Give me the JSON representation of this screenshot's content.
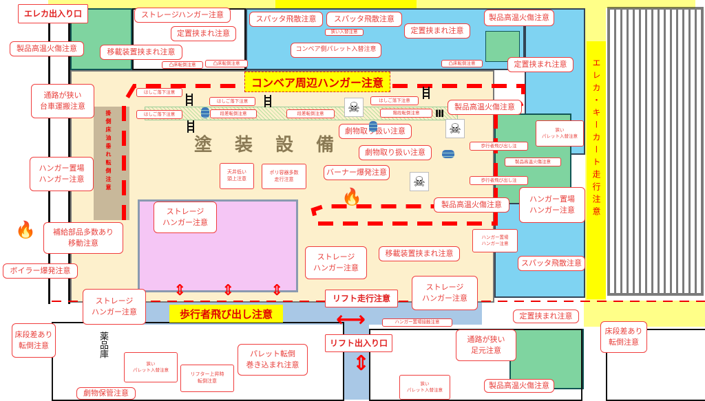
{
  "banners": {
    "conveyor": "コンベア周辺ハンガー注意",
    "pedestrian": "歩行者飛び出し注意",
    "erecar_entrance": "エレカ出入り口",
    "lift_travel": "リフト走行注意",
    "lift_entrance": "リフト出入り口",
    "erecar_keycart": "エレカ・キーカート走行注意"
  },
  "area_labels": {
    "paint_facility": "塗 装 設 備",
    "chemical_storage": "薬品庫",
    "oil_drip": "掛側床油垂れ転倒注意"
  },
  "callouts": [
    "ストレージハンガー注意",
    "製品高温火傷注意",
    "定置挟まれ注意",
    "移載装置挟まれ注意",
    "凸床転倒注意",
    "凸床転倒注意",
    "スパッタ飛散注意",
    "スパッタ飛散注意",
    "狭い入替注意",
    "コンベア側パレット入替注意",
    "定置挟まれ注意",
    "製品高温火傷注意",
    "凸床転倒注意",
    "定置挟まれ注意",
    "通路が狭い\n台車運搬注意",
    "はしご落下注意",
    "はしご落下注意",
    "はしご落下注意",
    "はしご落下注意",
    "段差転倒注意",
    "段差転倒注意",
    "階段転倒注意",
    "劇物取り扱い注意",
    "劇物取り扱い注意",
    "製品高温火傷注意",
    "狭い\nパレット入替注意",
    "歩行者飛び出し注",
    "歩行者飛び出し注",
    "製品高温火傷注意",
    "ハンガー置場\nハンガー注意",
    "ハンガー置場\nハンガー注意",
    "製品高温火傷注意",
    "バーナー爆発注意",
    "天井低い\n頭上注意",
    "ポリ容器多数\n走行注意",
    "ストレージ\nハンガー注意",
    "補給部品多数あり\n移動注意",
    "ボイラー爆発注意",
    "ストレージ\nハンガー注意",
    "ストレージ\nハンガー注意",
    "ストレージ\nハンガー注意",
    "移載装置挟まれ注意",
    "ハンガー置場\nハンガー注意",
    "スパッタ飛散注意",
    "定置挟まれ注意",
    "床段差あり\n転倒注意",
    "床段差あり\n転倒注意",
    "狭い\nパレット入替注意",
    "リフター上昇時\n転倒注意",
    "パレット転倒\n巻き込まれ注意",
    "ハンガー置場接触注意",
    "狭い\nパレット入替注意",
    "通路が狭い\n足元注意",
    "製品高温火傷注意",
    "劇物保管注意"
  ],
  "colors": {
    "hazard_red": "#e8403c",
    "banner_yellow": "#ffff00",
    "cool_blue": "#7fd3f2",
    "hot_green": "#7fd4a0",
    "storage_pink": "#f5c6f5",
    "process_beige": "#fdf0cc"
  }
}
